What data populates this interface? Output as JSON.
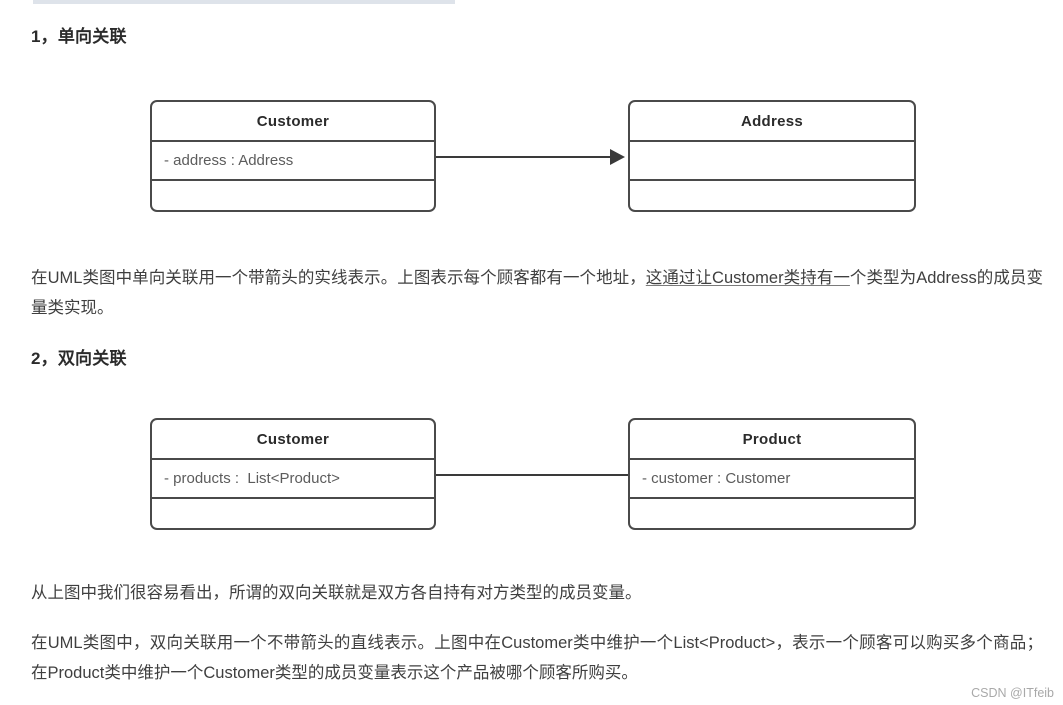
{
  "page": {
    "background_color": "#ffffff",
    "top_bar_color": "#dee3ea"
  },
  "sections": [
    {
      "heading": "1，单向关联",
      "diagram": {
        "kind": "uml-class-diagram",
        "relation": "unidirectional-association",
        "connector_style": "solid-line-with-filled-arrowhead",
        "classes": [
          {
            "name": "Customer",
            "attribute": "- address : Address",
            "operation": ""
          },
          {
            "name": "Address",
            "attribute": "",
            "operation": ""
          }
        ]
      },
      "paragraph_parts": {
        "before": "在UML类图中单向关联用一个带箭头的实线表示。上图表示每个顾客都有一个地址，",
        "underlined": "这通过让Customer类持有一",
        "after": "个类型为Address的成员变量类实现。"
      }
    },
    {
      "heading": "2，双向关联",
      "diagram": {
        "kind": "uml-class-diagram",
        "relation": "bidirectional-association",
        "connector_style": "plain-solid-line-no-arrowhead",
        "classes": [
          {
            "name": "Customer",
            "attribute": "- products :  List<Product>",
            "operation": ""
          },
          {
            "name": "Product",
            "attribute": "- customer : Customer",
            "operation": ""
          }
        ]
      },
      "paragraph_1": "从上图中我们很容易看出，所谓的双向关联就是双方各自持有对方类型的成员变量。",
      "paragraph_2": "在UML类图中，双向关联用一个不带箭头的直线表示。上图中在Customer类中维护一个List<Product>，表示一个顾客可以购买多个商品；在Product类中维护一个Customer类型的成员变量表示这个产品被哪个顾客所购买。"
    }
  ],
  "watermark": "CSDN @ITfeib"
}
